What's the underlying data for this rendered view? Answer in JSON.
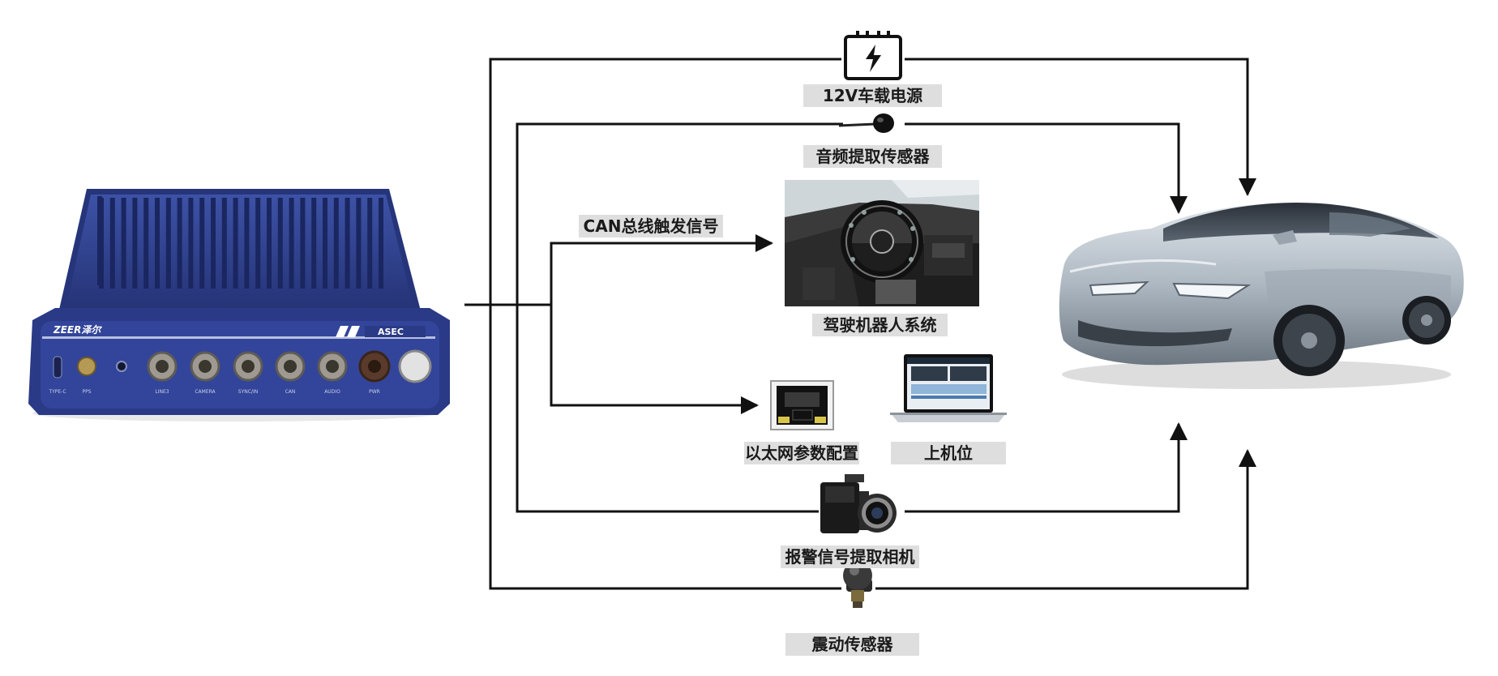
{
  "colors": {
    "line": "#111111",
    "label_bg": "#dedede",
    "device_blue": "#2e3f8a",
    "car_body": "#b9c2cb"
  },
  "device": {
    "brand": "ZEER泽尔",
    "model": "ASEC",
    "ports": [
      "TYPE-C",
      "PPS",
      "",
      "LINE3",
      "CAMERA",
      "SYNC/IN",
      "CAN",
      "AUDIO",
      "PWR",
      ""
    ]
  },
  "labels": {
    "power": "12V车载电源",
    "audio": "音频提取传感器",
    "can": "CAN总线触发信号",
    "robot": "驾驶机器人系统",
    "ethernet": "以太网参数配置",
    "host": "上机位",
    "camera": "报警信号提取相机",
    "vibration": "震动传感器"
  },
  "icons": {
    "power": "battery-power-icon",
    "audio": "microphone-icon",
    "ethernet": "ethernet-port-icon",
    "host": "laptop-icon",
    "camera": "camera-icon",
    "vibration": "vibration-sensor-icon",
    "robot": "driving-robot-photo",
    "car": "car-image",
    "device": "asec-device-image"
  }
}
